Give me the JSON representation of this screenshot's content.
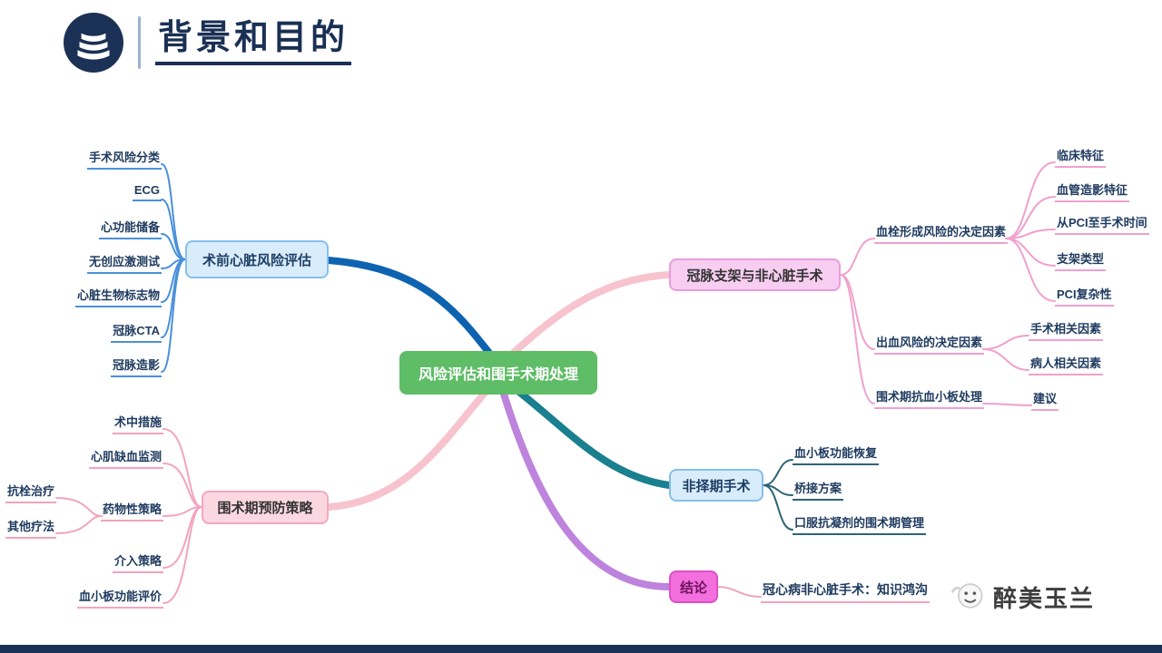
{
  "header": {
    "title": "背景和目的",
    "icon": "books-icon"
  },
  "footer": {
    "watermark": "醉美玉兰"
  },
  "colors": {
    "navy": "#1b3156",
    "center_green": "#5ebd66",
    "branch_blue": "#0e63b0",
    "branch_pink": "#f7c3ce",
    "branch_teal": "#1a7f8e",
    "branch_purple": "#bd83dd",
    "leaf_line_blue": "#4a90d9",
    "leaf_line_pink": "#f2a4bc",
    "leaf_line_magenta": "#f0a0cd",
    "leaf_line_dark": "#2d6475"
  },
  "map": {
    "center": "风险评估和围手术期处理",
    "pre_op": {
      "label": "术前心脏风险评估",
      "children": [
        "手术风险分类",
        "ECG",
        "心功能储备",
        "无创应激测试",
        "心脏生物标志物",
        "冠脉CTA",
        "冠脉造影"
      ]
    },
    "prevention": {
      "label": "围术期预防策略",
      "children": [
        "术中措施",
        "心肌缺血监测",
        "药物性策略",
        "介入策略",
        "血小板功能评价"
      ],
      "drug_children": [
        "抗栓治疗",
        "其他疗法"
      ]
    },
    "stent": {
      "label": "冠脉支架与非心脏手术",
      "children": [
        {
          "label": "血栓形成风险的决定因素",
          "children": [
            "临床特征",
            "血管造影特征",
            "从PCI至手术时间",
            "支架类型",
            "PCI复杂性"
          ]
        },
        {
          "label": "出血风险的决定因素",
          "children": [
            "手术相关因素",
            "病人相关因素"
          ]
        },
        {
          "label": "围术期抗血小板处理",
          "children": [
            "建议"
          ]
        }
      ]
    },
    "urgent": {
      "label": "非择期手术",
      "children": [
        "血小板功能恢复",
        "桥接方案",
        "口服抗凝剂的围术期管理"
      ]
    },
    "conclusion": {
      "label": "结论",
      "children": [
        "冠心病非心脏手术：知识鸿沟"
      ]
    }
  }
}
